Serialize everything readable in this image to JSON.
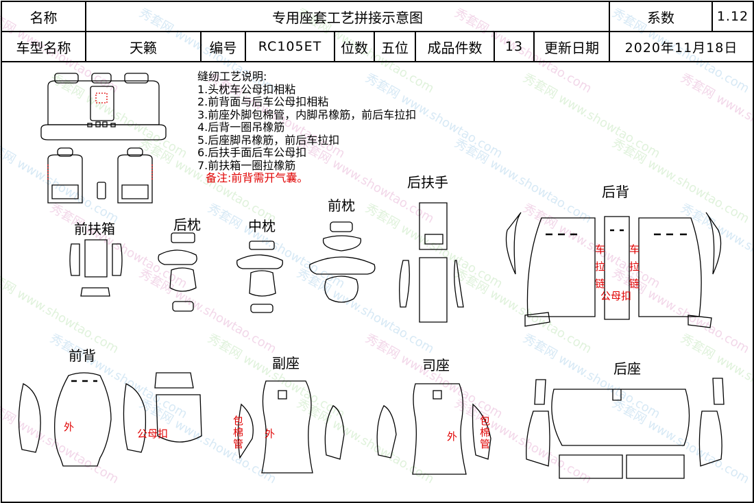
{
  "header": {
    "name_label": "名称",
    "title": "专用座套工艺拼接示意图",
    "coefficient_label": "系数",
    "coefficient_value": "1.12",
    "model_label": "车型名称",
    "model_value": "天籁",
    "code_label": "编号",
    "code_value": "RC105ET",
    "seats_label": "位数",
    "seats_value": "五位",
    "pieces_label": "成品件数",
    "pieces_value": "13",
    "update_label": "更新日期",
    "update_value": "2020年11月18日"
  },
  "notes": {
    "title": "缝纫工艺说明:",
    "items": [
      "1.头枕车公母扣相粘",
      "2.前背面与后车公母扣相粘",
      "3.前座外脚包棉管，内脚吊橡筋，前后车拉扣",
      "4.后背一圈吊橡筋",
      "5.后座脚吊橡筋，前后车拉扣",
      "6.后扶手面后车公母扣",
      "7.前扶箱一圈拉橡筋"
    ],
    "remark": "备注:前背需开气囊。"
  },
  "parts": {
    "front_armbox": "前扶箱",
    "rear_headrest": "后枕",
    "mid_headrest": "中枕",
    "front_headrest": "前枕",
    "rear_armrest": "后扶手",
    "rear_back": "后背",
    "front_back": "前背",
    "passenger_seat": "副座",
    "driver_seat": "司座",
    "rear_seat": "后座"
  },
  "annotations": {
    "outer": "外",
    "snap": "公母扣",
    "cotton_tube": "包棉管",
    "zipper": "车拉链",
    "rear_snap": "公母扣"
  },
  "watermark": {
    "brand": "秀套网",
    "url": "www.showtao.com"
  }
}
